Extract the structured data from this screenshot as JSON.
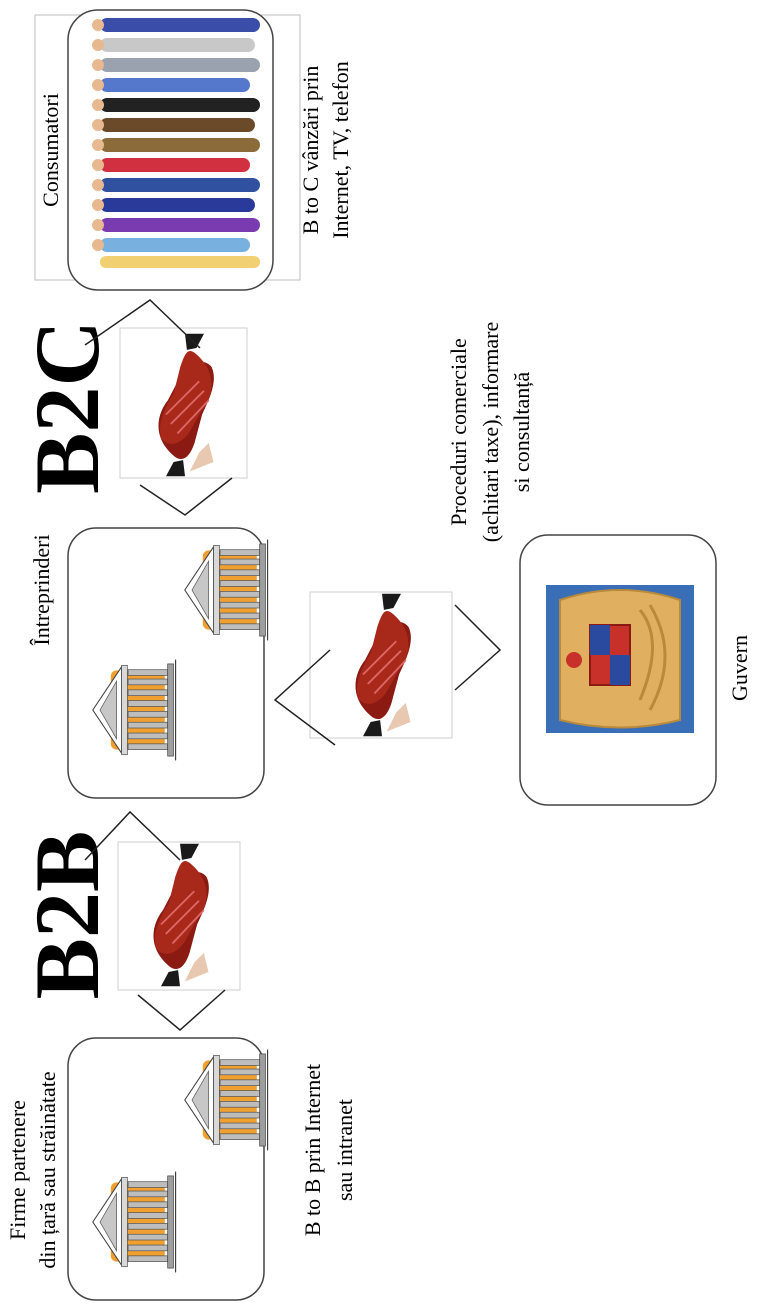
{
  "nodes": {
    "consumers": {
      "label": "Consumatori"
    },
    "enterprises": {
      "label": "Întreprinderi"
    },
    "partners": {
      "line1": "Firme partenere",
      "line2": "din țară sau străinătate"
    },
    "government": {
      "label": "Guvern"
    }
  },
  "links": {
    "b2c": {
      "label": "B2C",
      "caption_line1": "B to C  vânzări  prin",
      "caption_line2": "Internet, TV, telefon"
    },
    "b2b": {
      "label": "B2B",
      "caption_line1": "B to B prin Internet",
      "caption_line2": "sau intranet"
    },
    "gov": {
      "caption_line1": "Proceduri comerciale",
      "caption_line2": "(achitari taxe), informare",
      "caption_line3": "si consultanță"
    }
  },
  "colors": {
    "building_bg": "#f0a030",
    "handshake": "#8a1a12",
    "coat_blue": "#3a6fb8",
    "coat_gold": "#e0b060"
  },
  "icons": [
    "people-group-icon",
    "handshake-icon",
    "building-icon",
    "coat-of-arms-icon"
  ]
}
